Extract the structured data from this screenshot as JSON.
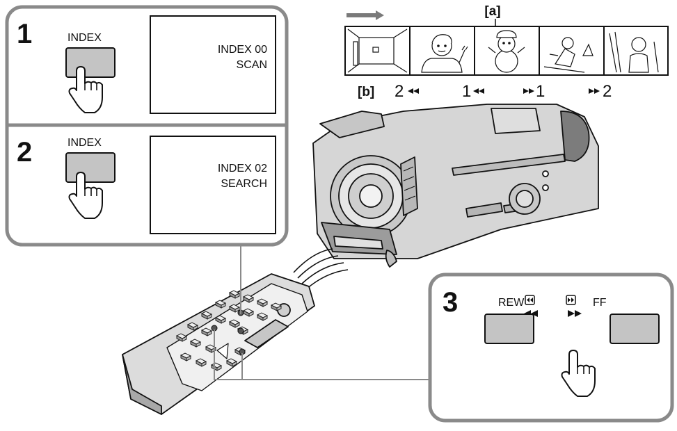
{
  "steps": {
    "step1": {
      "number": "1",
      "button_label": "INDEX",
      "screen_line1": "INDEX 00",
      "screen_line2": "SCAN"
    },
    "step2": {
      "number": "2",
      "button_label": "INDEX",
      "screen_line1": "INDEX 02",
      "screen_line2": "SEARCH"
    },
    "step3": {
      "number": "3",
      "rew_label": "REW",
      "ff_label": "FF"
    }
  },
  "filmstrip": {
    "callout_a": "[a]",
    "callout_b": "[b]",
    "speeds": {
      "rew2": "2",
      "rew1": "1",
      "ff1": "1",
      "ff2": "2"
    }
  },
  "icons": {
    "rew": "rewind-double-arrow-icon",
    "ff": "fast-forward-double-arrow-icon",
    "hand": "pointing-hand-icon",
    "direction": "direction-arrow-icon"
  },
  "colors": {
    "panel_border": "#8a8a8a",
    "button_fill": "#c4c4c4",
    "device_fill": "#d6d6d6",
    "line": "#222222"
  }
}
